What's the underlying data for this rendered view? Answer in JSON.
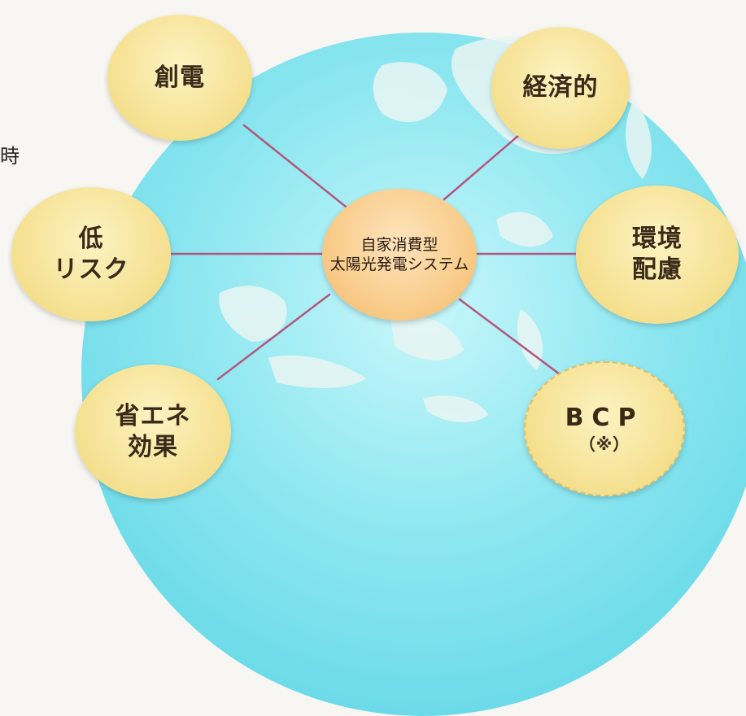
{
  "partial_char": "時",
  "center": {
    "line1": "自家消費型",
    "line2": "太陽光発電システム"
  },
  "nodes": {
    "souden": {
      "line1": "創電"
    },
    "keizaiteki": {
      "line1": "経済的"
    },
    "low_risk": {
      "line1": "低",
      "line2": "リスク"
    },
    "kankyo": {
      "line1": "環境",
      "line2": "配慮"
    },
    "shoene": {
      "line1": "省エネ",
      "line2": "効果"
    },
    "bcp": {
      "line1": "BCP",
      "line2": "（※）"
    }
  },
  "colors": {
    "line": "#b3577f",
    "bubble": "#f7e49a",
    "center": "#f9cd8b",
    "globe": "#8be6f0"
  }
}
